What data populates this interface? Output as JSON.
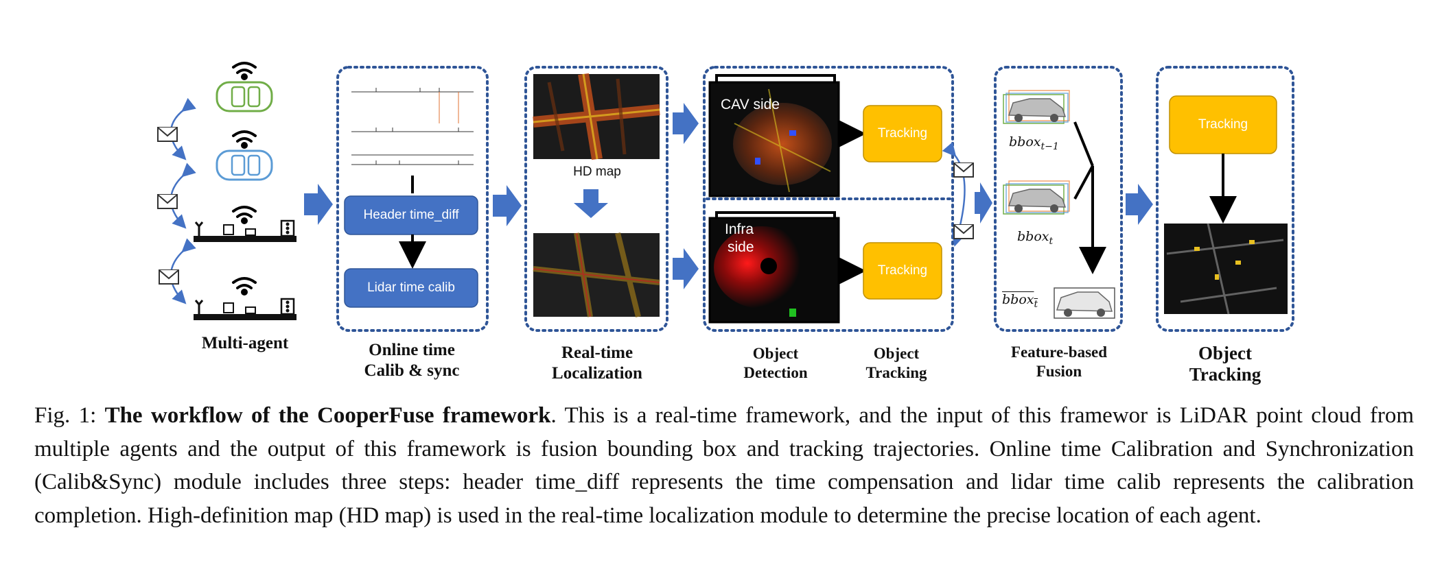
{
  "figure": {
    "labels": {
      "multi_agent": "Multi-agent",
      "online_time_1": "Online time",
      "online_time_2": "Calib & sync",
      "realtime_1": "Real-time",
      "realtime_2": "Localization",
      "object_detection_1": "Object",
      "object_detection_2": "Detection",
      "object_tracking_1": "Object",
      "object_tracking_2": "Tracking",
      "feature_fusion_1": "Feature-based",
      "feature_fusion_2": "Fusion",
      "final_tracking_1": "Object",
      "final_tracking_2": "Tracking"
    },
    "boxes": {
      "header_time_diff": "Header time_diff",
      "lidar_time_calib": "Lidar time calib",
      "hd_map": "HD map",
      "cav_side": "CAV side",
      "infra_side_1": "Infra",
      "infra_side_2": "side",
      "tracking_cav": "Tracking",
      "tracking_infra": "Tracking",
      "tracking_final": "Tracking"
    },
    "bbox_labels": {
      "bbox_prev_base": "bbox",
      "bbox_prev_sub": "t−1",
      "bbox_t_base": "bbox",
      "bbox_t_sub": "t",
      "bbox_hat_base": "bbox",
      "bbox_hat_sub": "t"
    },
    "colors": {
      "blue_arrow": "#4472C4",
      "process_box": "#4472C4",
      "tracking_box": "#FFC000",
      "dotted_border": "#2F5597",
      "green_car": "#70AD47",
      "blue_car": "#5B9BD5"
    }
  },
  "caption": {
    "prefix": "Fig. 1: ",
    "bold": "The workflow of the CooperFuse framework",
    "body": ". This is a real-time framework, and the input of this framewor is LiDAR point cloud from multiple agents and the output of this framework is fusion bounding box and tracking trajectories. Online time Calibration and Synchronization (Calib&Sync) module includes three steps: header time_diff represents the time compensation and lidar time calib represents the calibration completion. High-definition map (HD map) is used in the real-time localization module to determine the precise location of each agent."
  }
}
